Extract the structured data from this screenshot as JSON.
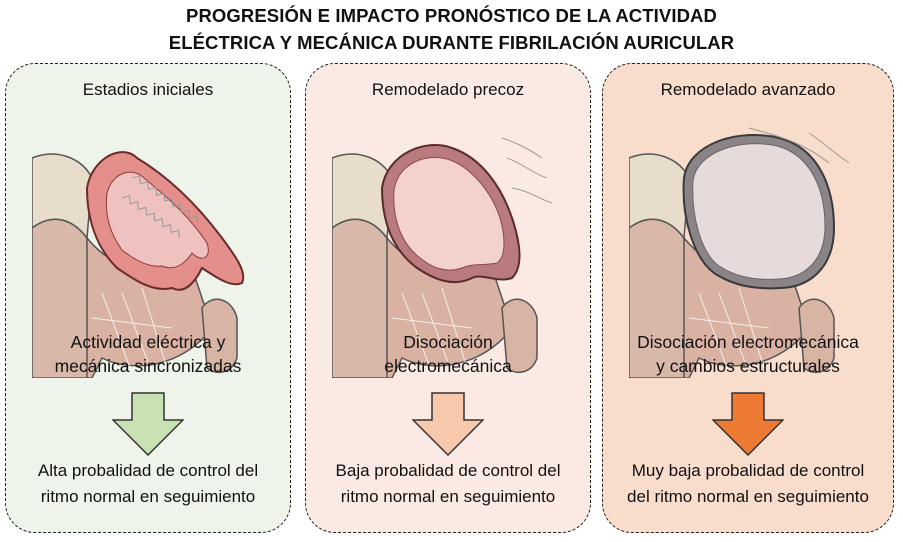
{
  "title": {
    "line1": "PROGRESIÓN E IMPACTO PRONÓSTICO DE LA ACTIVIDAD",
    "line2": "ELÉCTRICA Y MECÁNICA DURANTE FIBRILACIÓN AURICULAR"
  },
  "panels": [
    {
      "heading": "Estadios iniciales",
      "caption_line1": "Actividad eléctrica y",
      "caption_line2": "mecánica sincronizadas",
      "outcome_line1": "Alta probalidad de control del",
      "outcome_line2": "ritmo normal en seguimiento",
      "background": "#eef4ea",
      "arrow_color": "#c9e2b3",
      "atrium_wall_color": "#e38f8b"
    },
    {
      "heading": "Remodelado precoz",
      "caption_line1": "Disociación",
      "caption_line2": "electromecánica",
      "outcome_line1": "Baja probalidad de control del",
      "outcome_line2": "ritmo normal en seguimiento",
      "background": "#fbeae3",
      "arrow_color": "#f6c9ad",
      "atrium_wall_color": "#b87478"
    },
    {
      "heading": "Remodelado avanzado",
      "caption_line1": "Disociación electromecánica",
      "caption_line2": "y cambios estructurales",
      "outcome_line1": "Muy baja probalidad de control",
      "outcome_line2": "del ritmo normal en seguimiento",
      "background": "#f8dccc",
      "arrow_color": "#ec7a32",
      "atrium_wall_color": "#8a8488"
    }
  ]
}
